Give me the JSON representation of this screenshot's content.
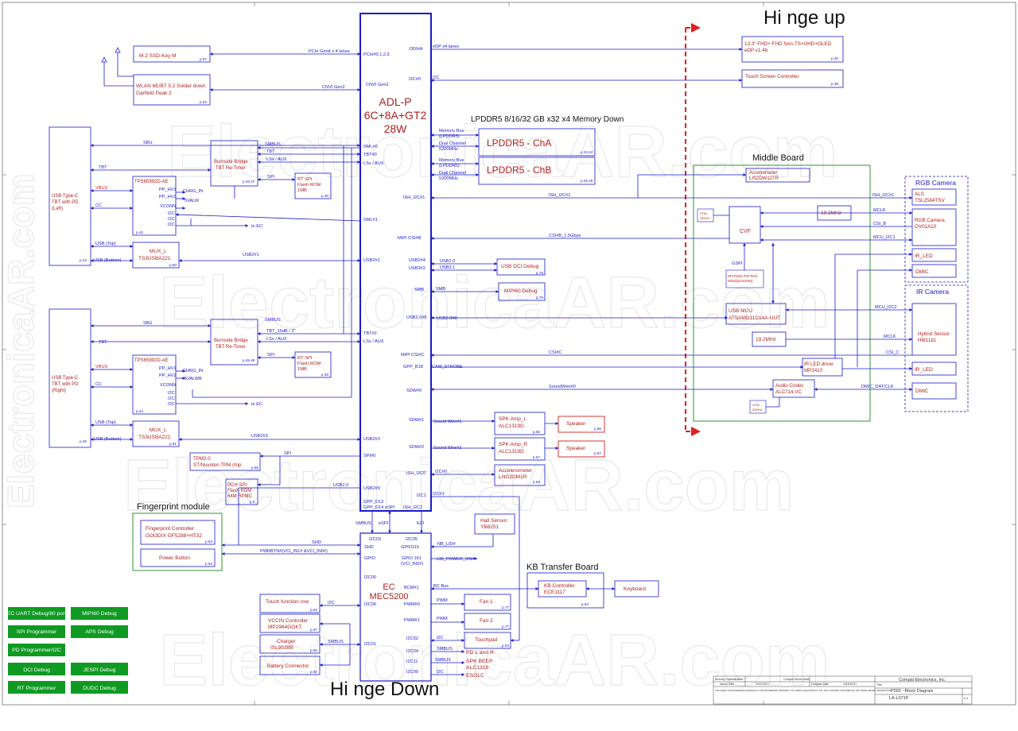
{
  "headings": {
    "hinge_up": "Hi nge  up",
    "hinge_down": "Hi nge  Down",
    "middle_board": "Middle Board",
    "rgb_camera": "RGB Camera",
    "ir_camera": "IR Camera",
    "kb_transfer": "KB Transfer Board",
    "fingerprint": "Fingerprint module",
    "lpddr": "LPDDR5 8/16/32 GB x32 x4 Memory Down"
  },
  "watermark": {
    "main": "ElectronicaAR.com",
    "vertical": "ElectronicaAR.com"
  },
  "cpu": {
    "line1": "ADL-P",
    "line2": "6C+8A+GT2",
    "line3": "28W",
    "pins": [
      "DDI#A",
      "I2C#0",
      "CNVI Gen2",
      "PCIe#0,1,2,3",
      "SML#0",
      "TBT#0",
      "LSx / AUX",
      "SML#1",
      "USB2#1",
      "TBT#2",
      "LSx / AUX",
      "USB2#3",
      "SPI#0",
      "USB2#9",
      "GPP_D13",
      "GPP_D14",
      "eSPI",
      "ISH_I2C2",
      "ISH_I2C#1",
      "MIPI CSI#B",
      "USB2#4",
      "USB3#2",
      "SMB",
      "USB2.0#8",
      "MIPI CSI#C",
      "GPP_B18",
      "SDW#0",
      "SDW#1",
      "SDW#2",
      "ISH_I2C0",
      "I2C1"
    ]
  },
  "ec": {
    "line1": "EC",
    "line2": "MEC5200",
    "pins": [
      "SMBUS",
      "eSPI",
      "ECI",
      "I2C03",
      "I2C05",
      "SHD",
      "GPIO115",
      "GPIO",
      "GPIO 161",
      "(VCI_IN2#)",
      "I2C00",
      "BCM#1",
      "I2C06",
      "PWM#0",
      "PWM#1",
      "I2C01",
      "I2C02",
      "I2C04",
      "I2C11",
      "I2C00"
    ]
  },
  "left_blocks": {
    "ssd": "M.2 SSD-Key M",
    "ssd_page": "p.67",
    "wlan1": "WLAN 6E/BT 5.2 Solder down",
    "wlan2": "Garfield Peak 2",
    "wlan_page": "p.52",
    "usbc_left": [
      "USB Type-C",
      "TBT with PD",
      "(Left)"
    ],
    "usbc_left_page": "p.43",
    "usbc_right": [
      "USB Type-C",
      "TBT with PD",
      "(Right)"
    ],
    "usbc_right_page": "p.45",
    "burnside1": [
      "Burnside Bridge",
      "TBT Re-Timer"
    ],
    "burnside1_page": "p.46,47",
    "burnside2": [
      "Burnside Bridge",
      "TBT Re-Timer"
    ],
    "burnside2_page": "p.48,49",
    "tps1": "TPS65992D-AE",
    "tps1_page": "p.42",
    "tps2": "TPS65992D-AE",
    "tps2_page": "p.44",
    "rtspi1": [
      "RT SPI",
      "Flash ROM",
      "1MB"
    ],
    "rtspi1_page": "p.46",
    "rtspi2": [
      "RT SPI",
      "Flash ROM",
      "1MB"
    ],
    "rtspi2_page": "p.48",
    "mux1": [
      "MUX_L",
      "TS3USBA221"
    ],
    "mux1_page": "p.50",
    "mux2": [
      "MUX_L",
      "TS3USBA221"
    ],
    "mux2_page": "p.51",
    "tpm": [
      "TPM2.0",
      "ST/Nuvoton TPM chip"
    ],
    "tpm_page": "p.66",
    "pchspi": [
      "PCH SPI",
      "Flash ROM",
      "64M RPMC"
    ],
    "pchspi_page": "p.9",
    "fp_ctrl": [
      "Fingerprint Controller",
      "GOODIX GF5288+HT32"
    ],
    "fp_page": "p.63",
    "power_button": "Power Button",
    "power_page": "p.63",
    "touch_row": "Touch function row",
    "touch_page": "p.63",
    "vccin": [
      "VCCIN Controller",
      "MP2964GOKT"
    ],
    "vccin_page": "p.97",
    "charger": [
      "Charger",
      "ISL9538B"
    ],
    "charger_page": "p.85",
    "battery": "Battery Connector",
    "battery_page": "p.82"
  },
  "signals_left": {
    "pcie": "PCIe Gen4 x 4 lanes",
    "cnvi": "CNVI Gen2",
    "sbu": "SBU",
    "tbt": "TBT",
    "smbus": "SMBUS",
    "tbt_b": "TBT",
    "lsx": "LSx / AUX",
    "spi": "SPI",
    "vbus": "VBUS",
    "cc": "CC",
    "ppvb": "PP_HV1",
    "pphv": "PP_HV2",
    "vconn": "VCONN",
    "chrg": "CHRG_IN",
    "valw": "5VALW",
    "valwb": "5VALWB",
    "i2c": "I2C",
    "to_ec": "to EC",
    "usb_top": "USB (Top)",
    "usb_bottom": "USB (Bottom)",
    "usb2_1": "USB2#1",
    "usb2_3": "USB2#3",
    "tbt_2": "TBT_15dB / 3\"",
    "spi0": "SPI",
    "usb20": "USB2.0",
    "shd": "SHD",
    "pwrbtn": "PWRBTN#(VCI_IN1# &VCI_IN0#)",
    "i2c_tr": "I2C",
    "smbus_b": "SMBUS"
  },
  "right_blocks": {
    "oled": [
      "13.3\" FHD+ FHD Non-TS+UHD+OLED",
      "eDP v1.4b"
    ],
    "oled_page": "p.30",
    "touch_screen": "Touch Screen Controller",
    "touch_screen_page": "p.38",
    "lpddr_a": "LPDDR5 - ChA",
    "lpddr_b": "LPDDR5 - ChB",
    "lpddr_a_page": "p.23,24",
    "lpddr_b_page": "p.25,26",
    "usb_dci": "USB DCI Debug",
    "usb_dci_page": "p.79",
    "mipi60": "MIPI60 Debug",
    "mipi60_page": "p.79",
    "spk_l": [
      "SPK Amp_L",
      "ALC1319D"
    ],
    "spk_l_page": "p.56",
    "spk_r": [
      "SPK Amp_R",
      "ALC1319D"
    ],
    "spk_r_page": "p.57",
    "speaker1": "Speaker",
    "speaker1_page": "p.56",
    "speaker2": "Speaker",
    "speaker2_page": "p.57",
    "accel1": [
      "Accelerometer",
      "LNG2DM1R"
    ],
    "accel1_page": "p.63",
    "hall": [
      "Hall Sensor",
      "YB8251"
    ],
    "fan1": "Fan 1",
    "fan1_page": "p.77",
    "fan2": "Fan 2",
    "fan2_page": "p.77",
    "touchpad": "Touchpad",
    "touchpad_page": "p.63",
    "kb_ctrl": [
      "KB Controller",
      "ECE1117"
    ],
    "kb_page": "p.63",
    "keyboard": "Keyboard",
    "pd_lr": "PD L and R",
    "spk_beep": [
      "SPK BEEP",
      "ALC1319"
    ],
    "esolc": "ESOLC"
  },
  "signals_right": {
    "edp": "eDP x4 lanes",
    "i2c": "I2C",
    "mem_bus": "Memory Bus",
    "lpddr5": "(LPDDR5)",
    "dual": "Dual Channel",
    "mhz": "5200MHz",
    "ish1": "ISH_I2C#1",
    "csi_b": "CSI#B_1.5Gbps",
    "usb20": "USB2.0",
    "usb31": "USB3.1",
    "smb": "SMB",
    "usb2_8": "USB2.0#8",
    "csi_c": "CSI#C",
    "cam_strobe": "CAM_STROBE",
    "soundwire0": "SoundWire#0",
    "soundwire1": "Sound Wire#1",
    "soundwire2": "Sound Wire#2",
    "i2c0": "I2C#0",
    "i2c1": "I2C#1",
    "nb_lid": "NB_LID#",
    "lid_power": "LID_POWER_ON#",
    "bc_bus": "BC Bus",
    "pwm": "PWM",
    "i2c_b": "I2C",
    "smbus": "SMBUS",
    "i2c_c": "I2C"
  },
  "middle_board": {
    "accel": [
      "Accelrometer",
      "LIS2DW12TR"
    ],
    "xtal": [
      "XTAL",
      "32KHz"
    ],
    "cvf": "CVF",
    "gspi": "GSPI",
    "spi_flash": [
      "SPI Flash (FW Rev)",
      "W25Q32JVSSIQ"
    ],
    "usb_mcu": [
      "USB MCU",
      "ATSAMD11D14A-UUT"
    ],
    "mhz1": "19.2MHz",
    "mhz2": "19.2MHz",
    "ir_led_driver": [
      "IR LED driver",
      "MP2410"
    ],
    "audio_codec": [
      "Audio Codec",
      "ALC714-VC"
    ],
    "xtal2": [
      "XTAL",
      "32KHz"
    ],
    "mclk": "MCLK",
    "csib": "CSI_B",
    "mcu_i2c1": "MCU_I2C1",
    "mcu_i2c2": "MCU_I2C2",
    "mclk2": "MCLK",
    "csic": "CSI_C",
    "dmic_clk": "DMIC_DAT/CLK",
    "ish_i2c1": "ISH_I2C#1"
  },
  "camera": {
    "als": [
      "ALS",
      "TSL2584TSV"
    ],
    "rgb": [
      "RGB Camera",
      "OV01A10"
    ],
    "ir_led1": "IR_LED",
    "dmic1": "DMIC",
    "hybrid": [
      "Hybrid Sensor",
      "HM1181"
    ],
    "ir_led2": "IR_LED",
    "dmic2": "DMIC"
  },
  "debug_buttons": [
    "EC UART Debug/80 port",
    "MIPI60 Debug",
    "SPI Programmer",
    "APS Debug",
    "PD Programmer/I2C",
    "DCI Debug",
    "JESPI Debug",
    "RT Programmer",
    "DUDC Debug"
  ],
  "title_block": {
    "company": "Compal Electronics, Inc.",
    "classification": "Security Classification",
    "secret": "Compal Secret Data",
    "issued": "Issued Date",
    "issued_val": "2020/10/01",
    "decipher": "Decipher Date",
    "decipher_val": "2018/10/01",
    "title_label": "Title",
    "title": "P002 - Block Diagram",
    "doc": "LA-L071P",
    "rev": "0.1",
    "notice": "THIS SHEET OF ENGINEERING DRAWING IS THE PROPRIETARY PROPERTY OF COMPAL ELECTRONICS, INC. AND CONTAINS CONFIDENTIAL AND TRADE SECRET INFORMATION."
  }
}
